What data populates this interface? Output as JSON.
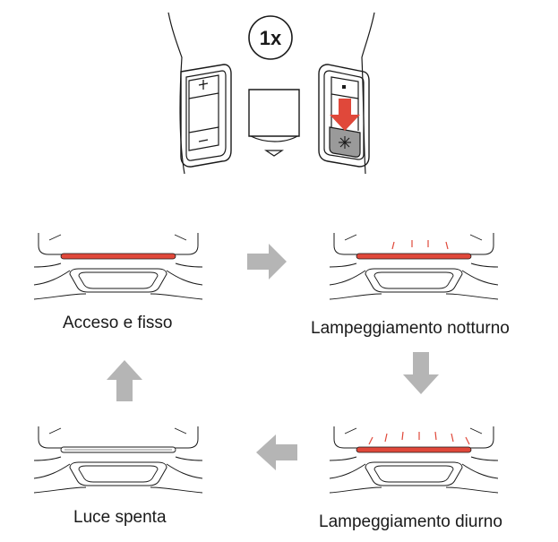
{
  "press_count": "1x",
  "remote": {
    "plus_icon": "plus-icon",
    "minus_icon": "minus-icon",
    "dot_icon": "dot-icon",
    "light_icon": "light-sun-icon",
    "arrow_color": "#e0483a"
  },
  "states": [
    {
      "id": "acceso",
      "label": "Acceso e fisso"
    },
    {
      "id": "notturno",
      "label": "Lampeggiamento notturno"
    },
    {
      "id": "diurno",
      "label": "Lampeggiamento diurno"
    },
    {
      "id": "spenta",
      "label": "Luce spenta"
    }
  ],
  "colors": {
    "light_on": "#e0483a",
    "line": "#1a1a1a",
    "flow_arrow": "#b5b5b5"
  }
}
